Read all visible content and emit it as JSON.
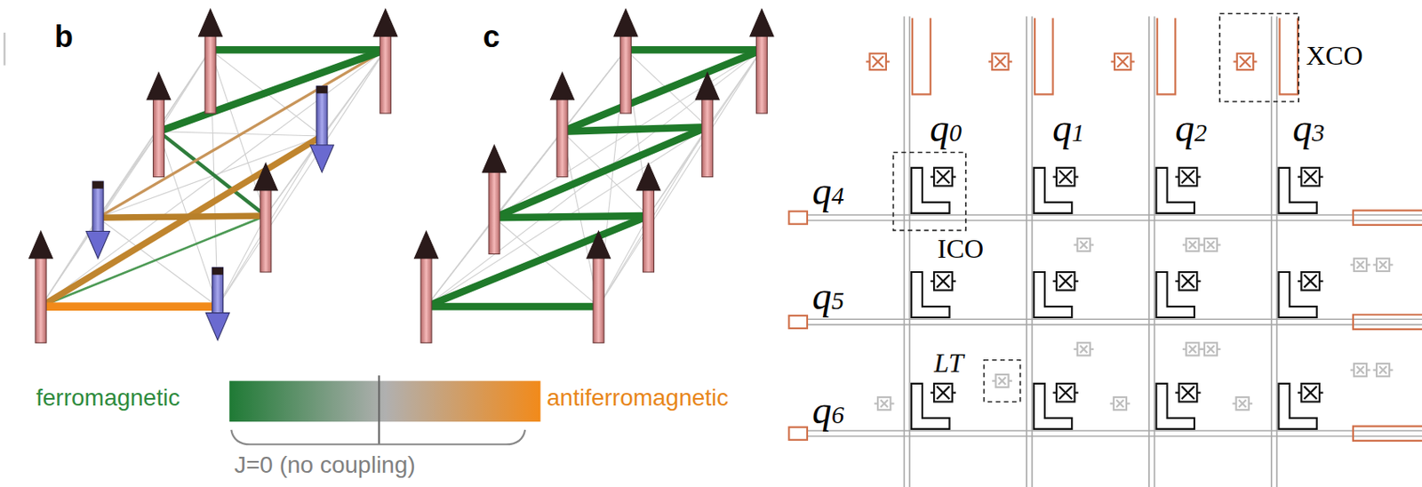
{
  "diagram": {
    "labels": [
      "b",
      "c",
      "ferromagnetic",
      "antiferromagnetic",
      "J=0 (no coupling)",
      "XCO",
      "q0",
      "q1",
      "q2",
      "q3",
      "q4",
      "ICO",
      "q5",
      "LT",
      "q6"
    ]
  }
}
